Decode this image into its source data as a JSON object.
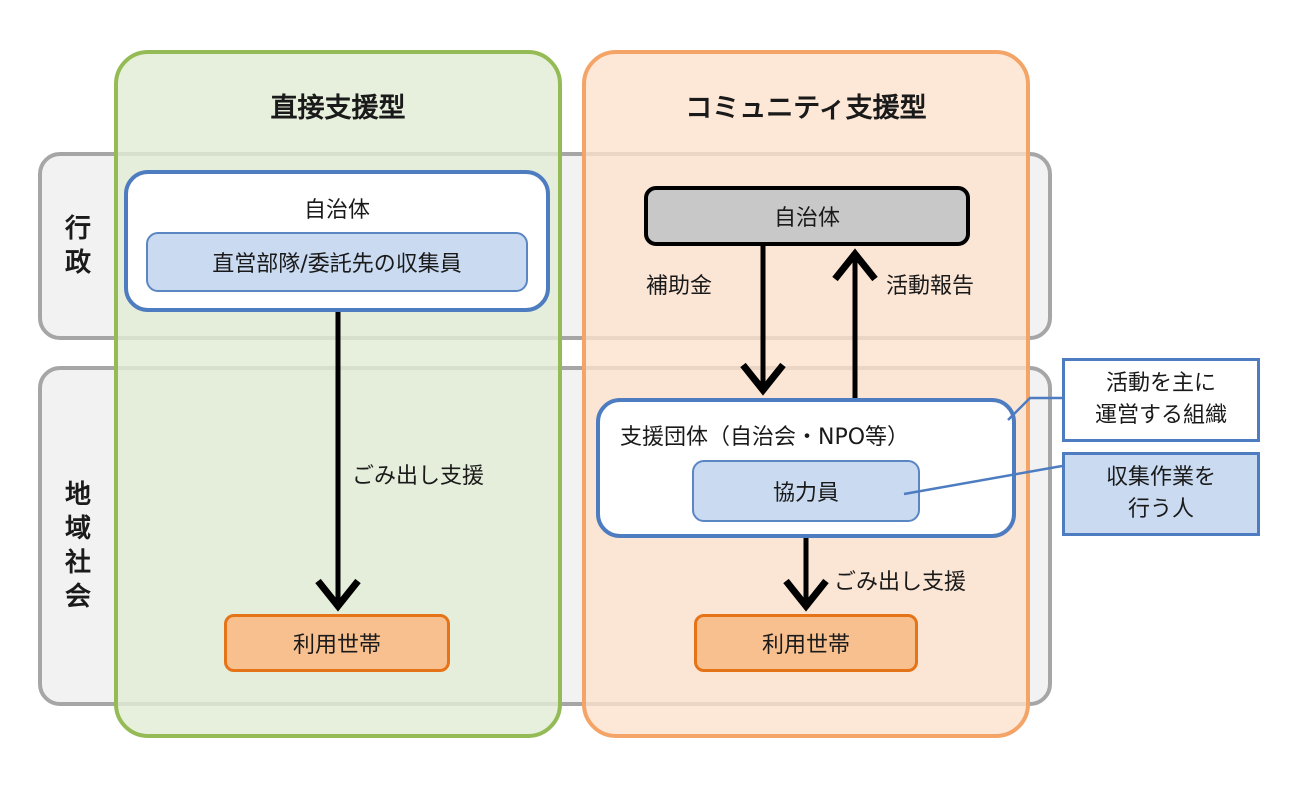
{
  "rows": {
    "gyousei_label": "行\n政",
    "chiiki_label": "地\n域\n社\n会"
  },
  "direct": {
    "title": "直接支援型",
    "municipality": "自治体",
    "collector": "直営部隊/委託先の収集員",
    "support_label": "ごみ出し支援",
    "household": "利用世帯"
  },
  "community": {
    "title": "コミュニティ支援型",
    "municipality": "自治体",
    "subsidy_label": "補助金",
    "report_label": "活動報告",
    "org": "支援団体（自治会・NPO等）",
    "cooperator": "協力員",
    "support_label": "ごみ出し支援",
    "household": "利用世帯"
  },
  "notes": {
    "org_note": "活動を主に\n運営する組織",
    "cooperator_note": "収集作業を\n行う人"
  },
  "colors": {
    "left_column": "#94bb55",
    "right_column": "#f4a466",
    "band": "#a6a6a6",
    "blue": "#4e7cc0",
    "orange": "#e57418"
  }
}
